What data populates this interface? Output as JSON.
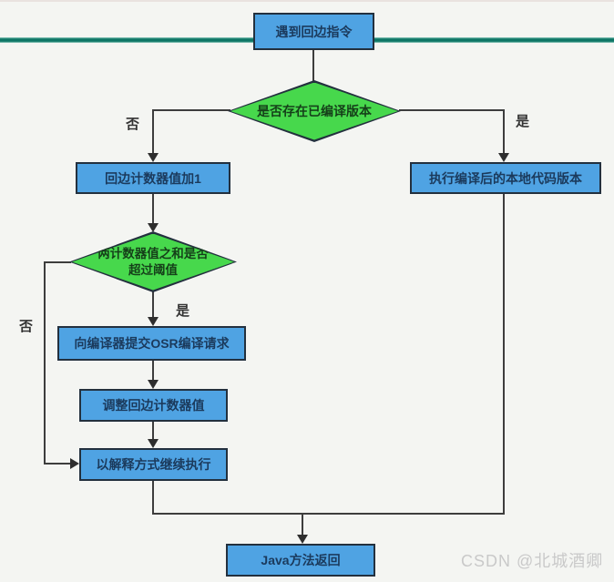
{
  "diagram": {
    "nodes": {
      "start": "遇到回边指令",
      "decision_compiled": "是否存在已编译版本",
      "inc_counter": "回边计数器值加1",
      "exec_native": "执行编译后的本地代码版本",
      "decision_threshold_line1": "两计数器值之和是否",
      "decision_threshold_line2": "超过阈值",
      "submit_osr": "向编译器提交OSR编译请求",
      "adjust_counter": "调整回边计数器值",
      "interpret_continue": "以解释方式继续执行",
      "java_return": "Java方法返回"
    },
    "edge_labels": {
      "compiled_no": "否",
      "compiled_yes": "是",
      "threshold_yes": "是",
      "threshold_no": "否"
    },
    "colors": {
      "process_fill": "#4fa3e3",
      "decision_fill": "#47d84c",
      "node_border": "#23303e",
      "connector": "#3d3d3d",
      "divider_teal": "#0d7565",
      "background": "#f4f5f2",
      "watermark_gray": "#c9c9c9"
    },
    "icons": {
      "arrowhead-down": "css-triangle-down",
      "arrowhead-right": "css-triangle-right"
    }
  },
  "watermark": "CSDN @北城酒卿"
}
